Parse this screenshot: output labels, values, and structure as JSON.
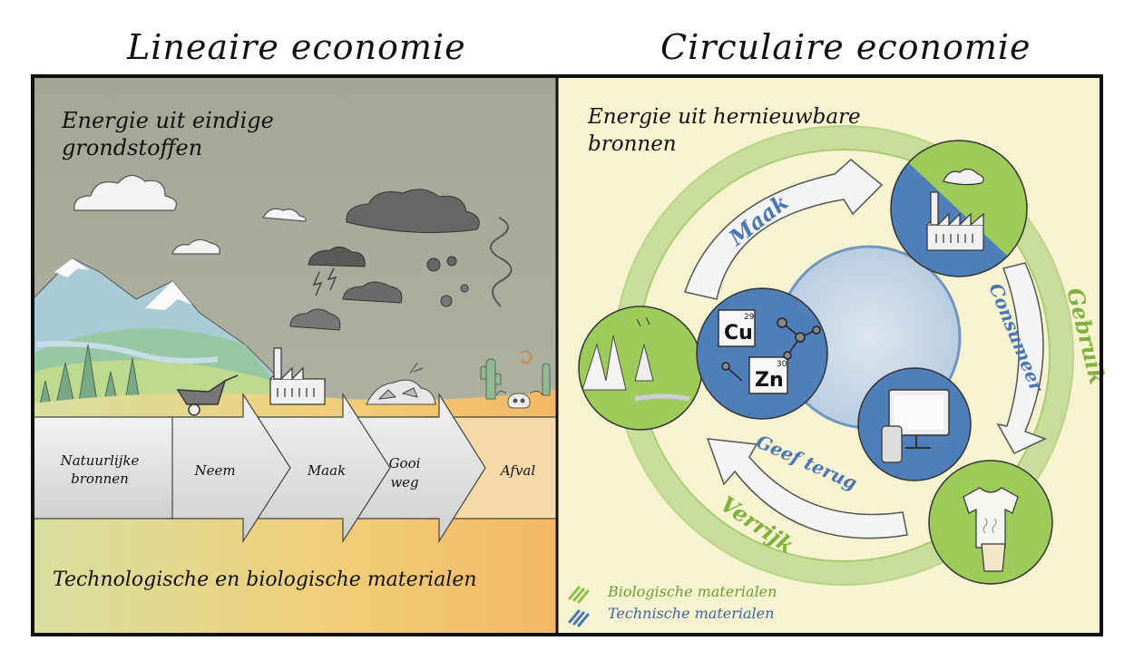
{
  "left_panel": {
    "title": "Lineaire economie",
    "energy_line1": "Energie uit eindige",
    "energy_line2": "grondstoffen",
    "steps": [
      {
        "line1": "Natuurlijke",
        "line2": "bronnen"
      },
      {
        "line1": "Neem",
        "line2": ""
      },
      {
        "line1": "Maak",
        "line2": ""
      },
      {
        "line1": "Gooi",
        "line2": "weg"
      },
      {
        "line1": "Afval",
        "line2": ""
      }
    ],
    "footer": "Technologische en biologische materialen"
  },
  "right_panel": {
    "title": "Circulaire economie",
    "energy_line1": "Energie uit hernieuwbare",
    "energy_line2": "bronnen",
    "cycle_labels": {
      "maak": "Maak",
      "consumeer": "Consumeer",
      "geef_terug": "Geef terug",
      "gebruik": "Gebruik",
      "verrijk": "Verrijk"
    },
    "elements": {
      "cu_symbol": "Cu",
      "cu_number": "29",
      "zn_symbol": "Zn",
      "zn_number": "30"
    },
    "legend": [
      {
        "label": "Biologische materialen",
        "color": "#8dc04a"
      },
      {
        "label": "Technische materialen",
        "color": "#4a78b5"
      }
    ]
  },
  "colors": {
    "left_bg": "#a9ab9c",
    "right_bg": "#f7f2cf",
    "green": "#8dc04a",
    "blue": "#4a78b5",
    "sand": "#f3b865",
    "arrow": "#e4e4e4"
  }
}
